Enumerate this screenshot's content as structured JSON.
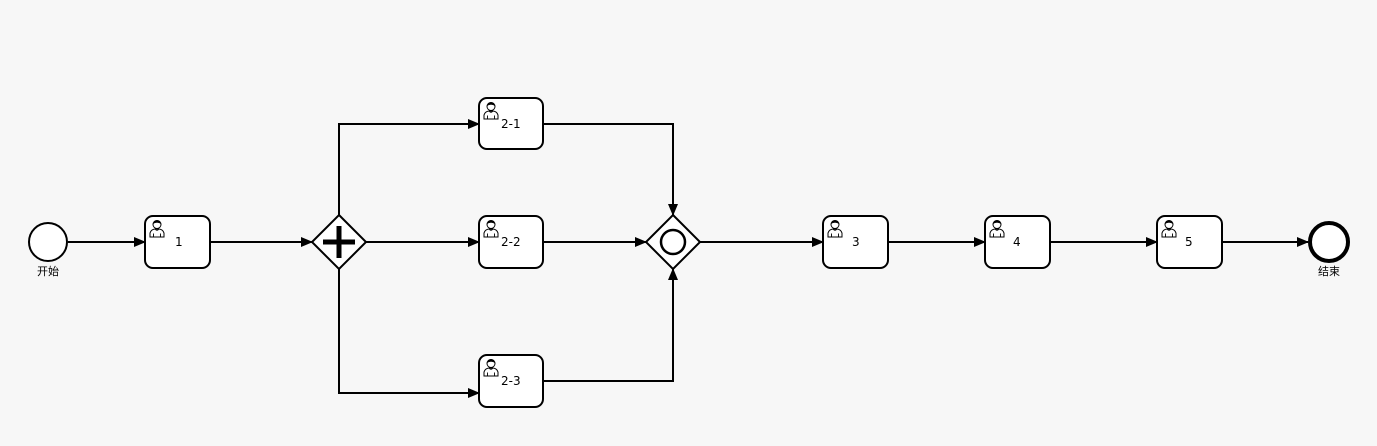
{
  "diagram": {
    "start_event": {
      "label": "开始"
    },
    "end_event": {
      "label": "结束"
    },
    "tasks": {
      "t1": {
        "label": "1",
        "icon": "user-icon"
      },
      "t21": {
        "label": "2-1",
        "icon": "user-icon"
      },
      "t22": {
        "label": "2-2",
        "icon": "user-icon"
      },
      "t23": {
        "label": "2-3",
        "icon": "user-icon"
      },
      "t3": {
        "label": "3",
        "icon": "user-icon"
      },
      "t4": {
        "label": "4",
        "icon": "user-icon"
      },
      "t5": {
        "label": "5",
        "icon": "user-icon"
      }
    },
    "gateways": {
      "split": {
        "type": "parallel",
        "icon": "plus-icon"
      },
      "join": {
        "type": "inclusive",
        "icon": "circle-icon"
      }
    },
    "colors": {
      "background": "#f7f7f7",
      "stroke": "#000000",
      "fill": "#ffffff"
    }
  }
}
